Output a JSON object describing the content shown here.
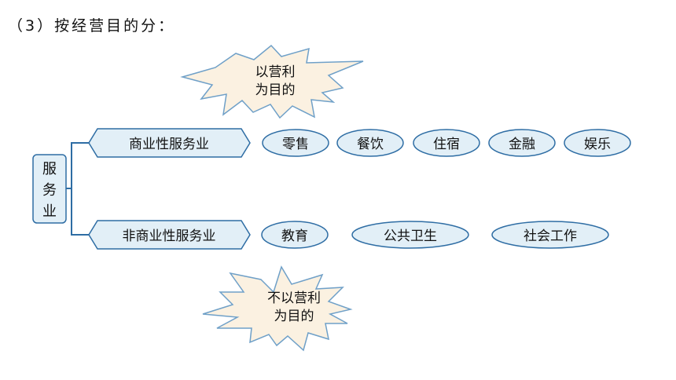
{
  "heading": "（3）按经营目的分：",
  "root": {
    "chars": [
      "服",
      "务",
      "业"
    ]
  },
  "branches": {
    "commercial": {
      "label": "商业性服务业",
      "items": [
        "零售",
        "餐饮",
        "住宿",
        "金融",
        "娱乐"
      ]
    },
    "noncommercial": {
      "label": "非商业性服务业",
      "items": [
        "教育",
        "公共卫生",
        "社会工作"
      ]
    }
  },
  "callouts": {
    "top": {
      "line1": "以营利",
      "line2": "为目的"
    },
    "bottom": {
      "line1": "不以营利",
      "line2": "为目的"
    }
  },
  "colors": {
    "node_fill": "#e2eff7",
    "node_stroke": "#2e6da4",
    "callout_fill": "#fbf1e1",
    "callout_stroke": "#6fa0c8"
  }
}
